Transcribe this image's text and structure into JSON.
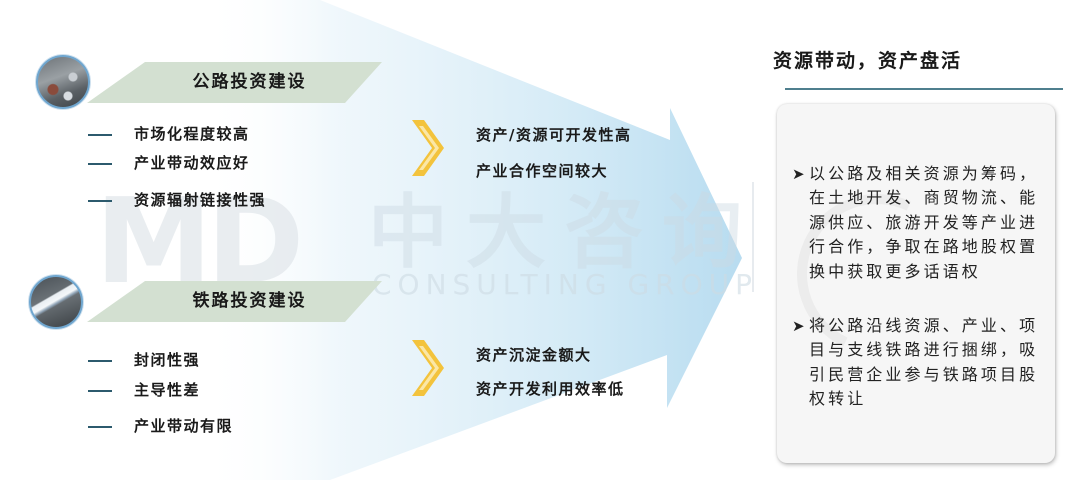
{
  "colors": {
    "banner_fill": "#d3e0d1",
    "dash": "#2c5a6d",
    "chevron": "#f3c33c",
    "chevron_inner": "#fbe7a6",
    "arrow_fill": "#bfe0f2",
    "rule": "#4f7f8e",
    "box_bg": "#f6f6f6"
  },
  "watermark": {
    "logo": "MD",
    "cn": "中大咨询",
    "en": "CONSULTING GROUP"
  },
  "road": {
    "icon": "highway-photo-icon",
    "title": "公路投资建设",
    "features": [
      "市场化程度较高",
      "产业带动效应好",
      "资源辐射链接性强"
    ],
    "results": [
      "资产/资源可开发性高",
      "产业合作空间较大"
    ]
  },
  "rail": {
    "icon": "railway-photo-icon",
    "title": "铁路投资建设",
    "features": [
      "封闭性强",
      "主导性差",
      "产业带动有限"
    ],
    "results": [
      "资产沉淀金额大",
      "资产开发利用效率低"
    ]
  },
  "side": {
    "title": "资源带动，资产盘活",
    "bullet_marker": "➤",
    "bullets": [
      "以公路及相关资源为筹码，在土地开发、商贸物流、能源供应、旅游开发等产业进行合作，争取在路地股权置换中获取更多话语权",
      "将公路沿线资源、产业、项目与支线铁路进行捆绑，吸引民营企业参与铁路项目股权转让"
    ]
  }
}
